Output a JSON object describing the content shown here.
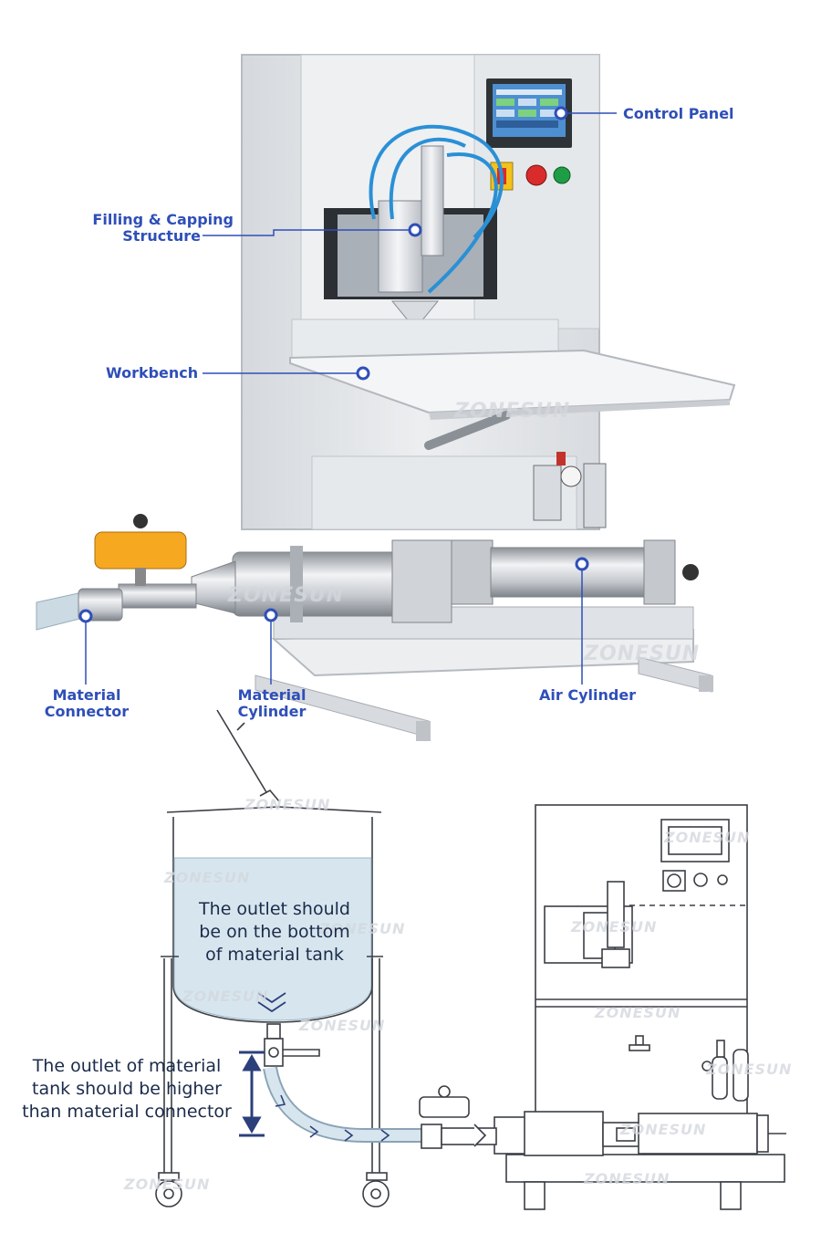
{
  "labels": {
    "control_panel": "Control Panel",
    "filling_capping_l1": "Filling & Capping",
    "filling_capping_l2": "Structure",
    "workbench": "Workbench",
    "material_connector_l1": "Material",
    "material_connector_l2": "Connector",
    "material_cylinder_l1": "Material",
    "material_cylinder_l2": "Cylinder",
    "air_cylinder": "Air Cylinder"
  },
  "notes": {
    "outlet_bottom_l1": "The outlet should",
    "outlet_bottom_l2": "be on the bottom",
    "outlet_bottom_l3": "of material tank",
    "outlet_higher_l1": "The outlet of material",
    "outlet_higher_l2": "tank should be higher",
    "outlet_higher_l3": "than material connector"
  },
  "watermark": "ZONESUN",
  "colors": {
    "callout": "#2f4fb8",
    "machine_body": "#e4e7ea",
    "machine_edge": "#b7bcc2",
    "liquid": "#d7e6ee",
    "line_art": "#3a3f45",
    "arrow": "#2b3f7a"
  }
}
